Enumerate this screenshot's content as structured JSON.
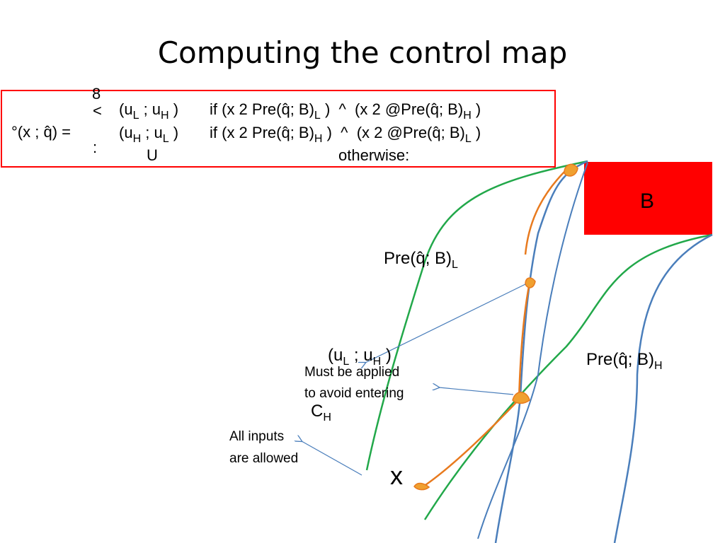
{
  "slide": {
    "title": "Computing the control map"
  },
  "formula": {
    "lhs": "°(x ; q̂) =",
    "brace_top": "8",
    "brace_mid": "<",
    "brace_bot": ":",
    "rows": [
      {
        "value": "(u_L ; u_H)",
        "condition": "if (x 2 Pre(q̂; B)_L) ^ (x 2 @Pre(q̂; B)_H)"
      },
      {
        "value": "(u_H ; u_L)",
        "condition": "if (x 2 Pre(q̂; B)_H) ^ (x 2 @Pre(q̂; B)_L)"
      },
      {
        "value": "U",
        "condition": "otherwise:"
      }
    ]
  },
  "diagram": {
    "target_label": "B",
    "pre_L_label": "Pre(q̂; B)",
    "pre_L_sub": "L",
    "pre_H_label": "Pre(q̂; B)",
    "pre_H_sub": "H",
    "control_label": "(u",
    "control_sub1": "L",
    "control_mid": " ; u",
    "control_sub2": "H",
    "control_end": " )",
    "must_text_1": "Must be applied",
    "must_text_2": "to avoid entering",
    "ch_label": "C",
    "ch_sub": "H",
    "all_inputs_1": "All inputs",
    "all_inputs_2": "are allowed",
    "x_label": "x"
  },
  "colors": {
    "target_fill": "#ff0000",
    "box_border": "#ff0000",
    "green_curve": "#22a84a",
    "blue_curve": "#4a7ebb",
    "orange_traj": "#e87a1e",
    "marker_fill": "#f0a030",
    "arrow": "#4a7ebb"
  }
}
